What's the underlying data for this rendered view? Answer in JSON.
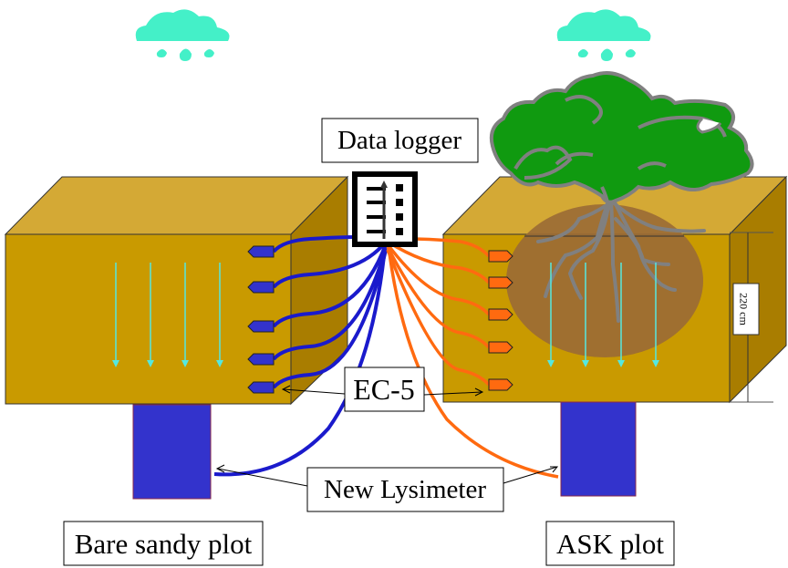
{
  "title": "Lysimeter experimental setup",
  "labels": {
    "data_logger": "Data logger",
    "ec5": "EC-5",
    "new_lysimeter": "New Lysimeter",
    "bare_plot": "Bare sandy plot",
    "ask_plot": "ASK plot",
    "depth": "220 cm"
  },
  "plots": [
    {
      "name": "Bare sandy plot",
      "sensor_count": 5,
      "cable_color": "#1a1acc",
      "sensor_color": "#3333cc",
      "has_plant": false
    },
    {
      "name": "ASK plot",
      "sensor_count": 5,
      "cable_color": "#ff6a10",
      "sensor_color": "#ff6a10",
      "has_plant": true
    }
  ],
  "colors": {
    "soil_front": "#c99a00",
    "soil_top": "#d4a935",
    "soil_side": "#a97d00",
    "root_zone": "#9a6a35",
    "lysimeter": "#3333cc",
    "rain": "#44f0c8",
    "flow_arrow": "#55e8e0",
    "canopy": "#109a10",
    "canopy_outline": "#808080"
  }
}
